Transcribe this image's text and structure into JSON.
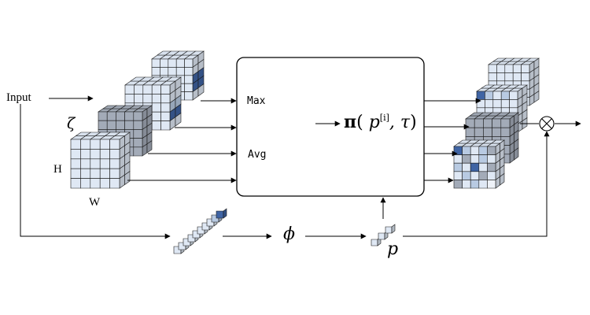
{
  "labels": {
    "input": "Input",
    "zeta": "ζ",
    "height": "H",
    "width": "W",
    "max": "Max",
    "avg": "Avg",
    "formula_pi": "π",
    "formula_open": "(",
    "formula_p": "p",
    "formula_sup": "[i]",
    "formula_rest": ", τ",
    "formula_close": ")",
    "phi": "ϕ",
    "p": "p"
  },
  "colors": {
    "light": "#dfe8f4",
    "mid": "#b8cae2",
    "gray": "#a3abb8",
    "dark": "#3f64a4",
    "pale": "#eef2f8",
    "line": "#000000"
  },
  "icons": {
    "multiply": "circle-times-icon"
  }
}
